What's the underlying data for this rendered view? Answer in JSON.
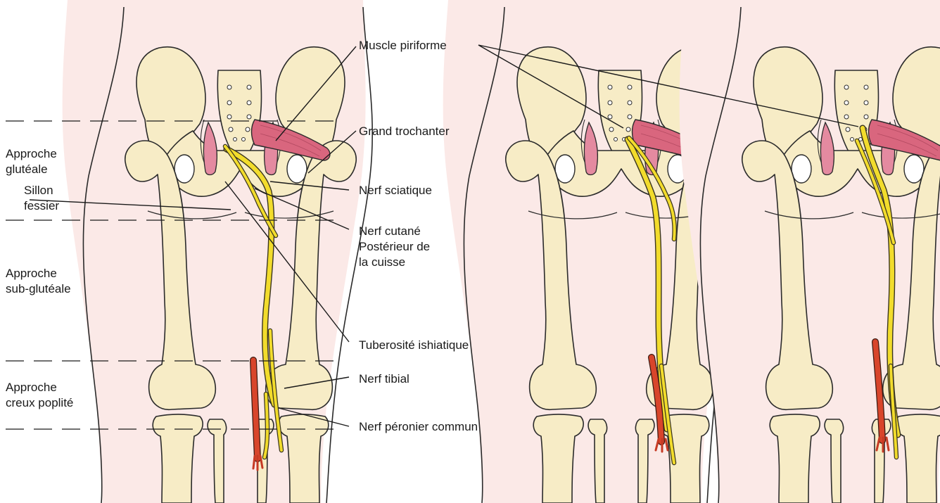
{
  "zones": {
    "gluteal": [
      "Approche",
      "glutéale"
    ],
    "subgluteal": [
      "Approche",
      "sub-glutéale"
    ],
    "popliteal": [
      "Approche",
      "creux poplité"
    ]
  },
  "labels": {
    "sillon": [
      "Sillon",
      "fessier"
    ],
    "piriforme": "Muscle piriforme",
    "trochanter": "Grand trochanter",
    "sciatique": "Nerf sciatique",
    "cutane": [
      "Nerf cutané",
      "Postérieur de",
      "la cuisse"
    ],
    "tuberosite": "Tuberosité ishiatique",
    "tibial": "Nerf tibial",
    "peronier": "Nerf péronier commun"
  },
  "colors": {
    "skin": "#fbe9e7",
    "bone": "#f7ecc6",
    "muscle": "#d9667e",
    "nerve": "#f2dc2c",
    "vessel": "#d8452b"
  }
}
